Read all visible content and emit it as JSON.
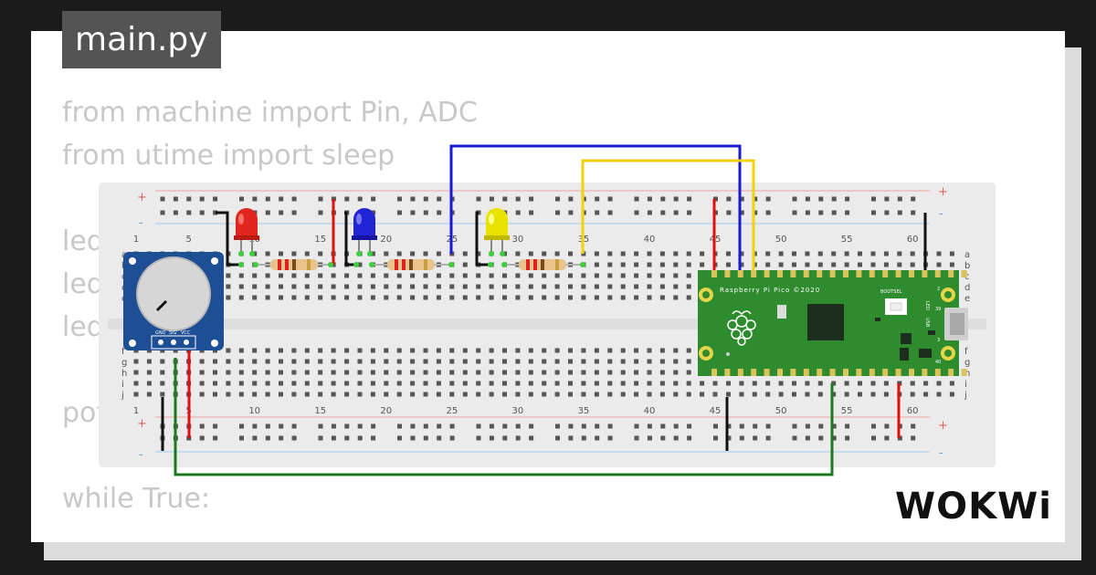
{
  "file_tab": {
    "label": "main.py"
  },
  "code_lines": [
    "from machine import Pin, ADC",
    "from utime import sleep",
    "",
    "led",
    "led",
    "led",
    "",
    "pot",
    "",
    "while True:"
  ],
  "breadboard": {
    "column_numbers": [
      "1",
      "5",
      "10",
      "15",
      "20",
      "25",
      "30",
      "35",
      "40",
      "45",
      "50",
      "55",
      "60"
    ],
    "row_letters_top": [
      "a",
      "b",
      "c",
      "d",
      "e"
    ],
    "row_letters_bottom": [
      "f",
      "g",
      "h",
      "i",
      "j"
    ],
    "rail_plus": "+",
    "rail_minus": "-"
  },
  "potentiometer": {
    "pin_labels": [
      "GND",
      "SIG",
      "VCC"
    ]
  },
  "pico": {
    "title": "Raspberry Pi Pico ©2020",
    "bootsel_label": "BOOTSEL",
    "usb_label": "USB",
    "led_label": "LED",
    "pin_labels": [
      "2",
      "39",
      "3",
      "40"
    ]
  },
  "leds": [
    {
      "color_name": "red",
      "color": "#e0261f"
    },
    {
      "color_name": "blue",
      "color": "#2323d6"
    },
    {
      "color_name": "yellow",
      "color": "#e8e300"
    }
  ],
  "wires": {
    "blue": "#1a1ad0",
    "yellow": "#f2d20a",
    "red": "#e01010",
    "black": "#111111",
    "green": "#1e7a22"
  },
  "brand": {
    "logo_text": "WOKWi"
  },
  "colors": {
    "background": "#1b1b1b",
    "card": "#ffffff",
    "tab": "#545454",
    "code_text": "#c8c8c8",
    "breadboard": "#ebebeb",
    "pico_green": "#2e8b2e",
    "pot_blue": "#1e4f94"
  }
}
